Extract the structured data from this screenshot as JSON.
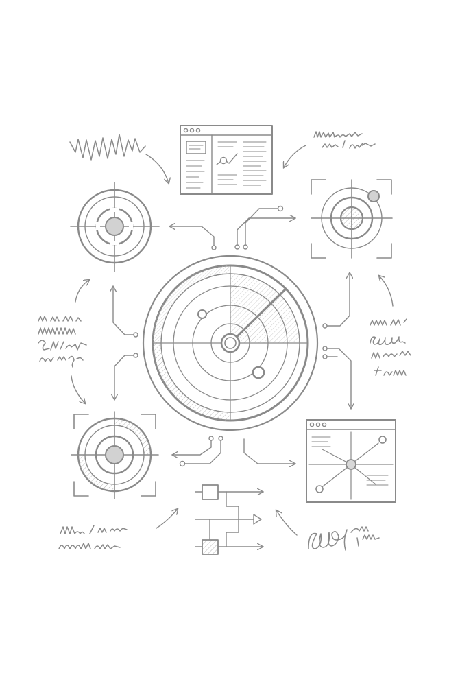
{
  "illustration": {
    "style": "pencil sketch, monochrome line art",
    "colors": {
      "background": "#ffffff",
      "line": "#8a8a8a",
      "line_dark": "#777777",
      "fill_light": "#e9e9e9",
      "fill_mid": "#cfcfcf"
    },
    "elements": [
      "central-radar",
      "target-crosshair-top-left",
      "target-crosshair-top-right",
      "target-crosshair-bottom-left",
      "browser-window-top",
      "browser-window-bottom-right",
      "flowchart-bottom",
      "scribble-notes"
    ]
  }
}
